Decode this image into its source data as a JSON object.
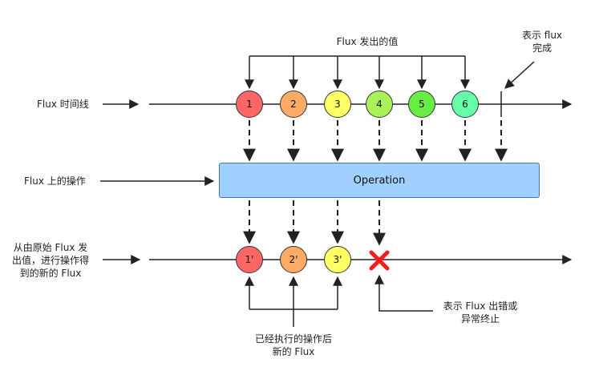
{
  "labels": {
    "emitted_values": "Flux 发出的值",
    "completion": [
      "表示 flux",
      "完成"
    ],
    "timeline": "Flux 时间线",
    "operation_on": "Flux 上的操作",
    "new_flux": [
      "从由原始 Flux 发",
      "出值，进行操作得",
      "到的新的 Flux"
    ],
    "error": [
      "表示 Flux 出错或",
      "异常终止"
    ],
    "executed": [
      "已经执行的操作后",
      "新的 Flux"
    ]
  },
  "operation_label": "Operation",
  "top_marbles": [
    {
      "label": "1",
      "color": "#ff6666"
    },
    {
      "label": "2",
      "color": "#ffab66"
    },
    {
      "label": "3",
      "color": "#ffff66"
    },
    {
      "label": "4",
      "color": "#aaf25a"
    },
    {
      "label": "5",
      "color": "#66ee44"
    },
    {
      "label": "6",
      "color": "#66ffaa"
    }
  ],
  "bottom_marbles": [
    {
      "label": "1'",
      "color": "#ff6666"
    },
    {
      "label": "2'",
      "color": "#ffab66"
    },
    {
      "label": "3'",
      "color": "#ffff66"
    }
  ],
  "error_color": "#ff1a1a"
}
